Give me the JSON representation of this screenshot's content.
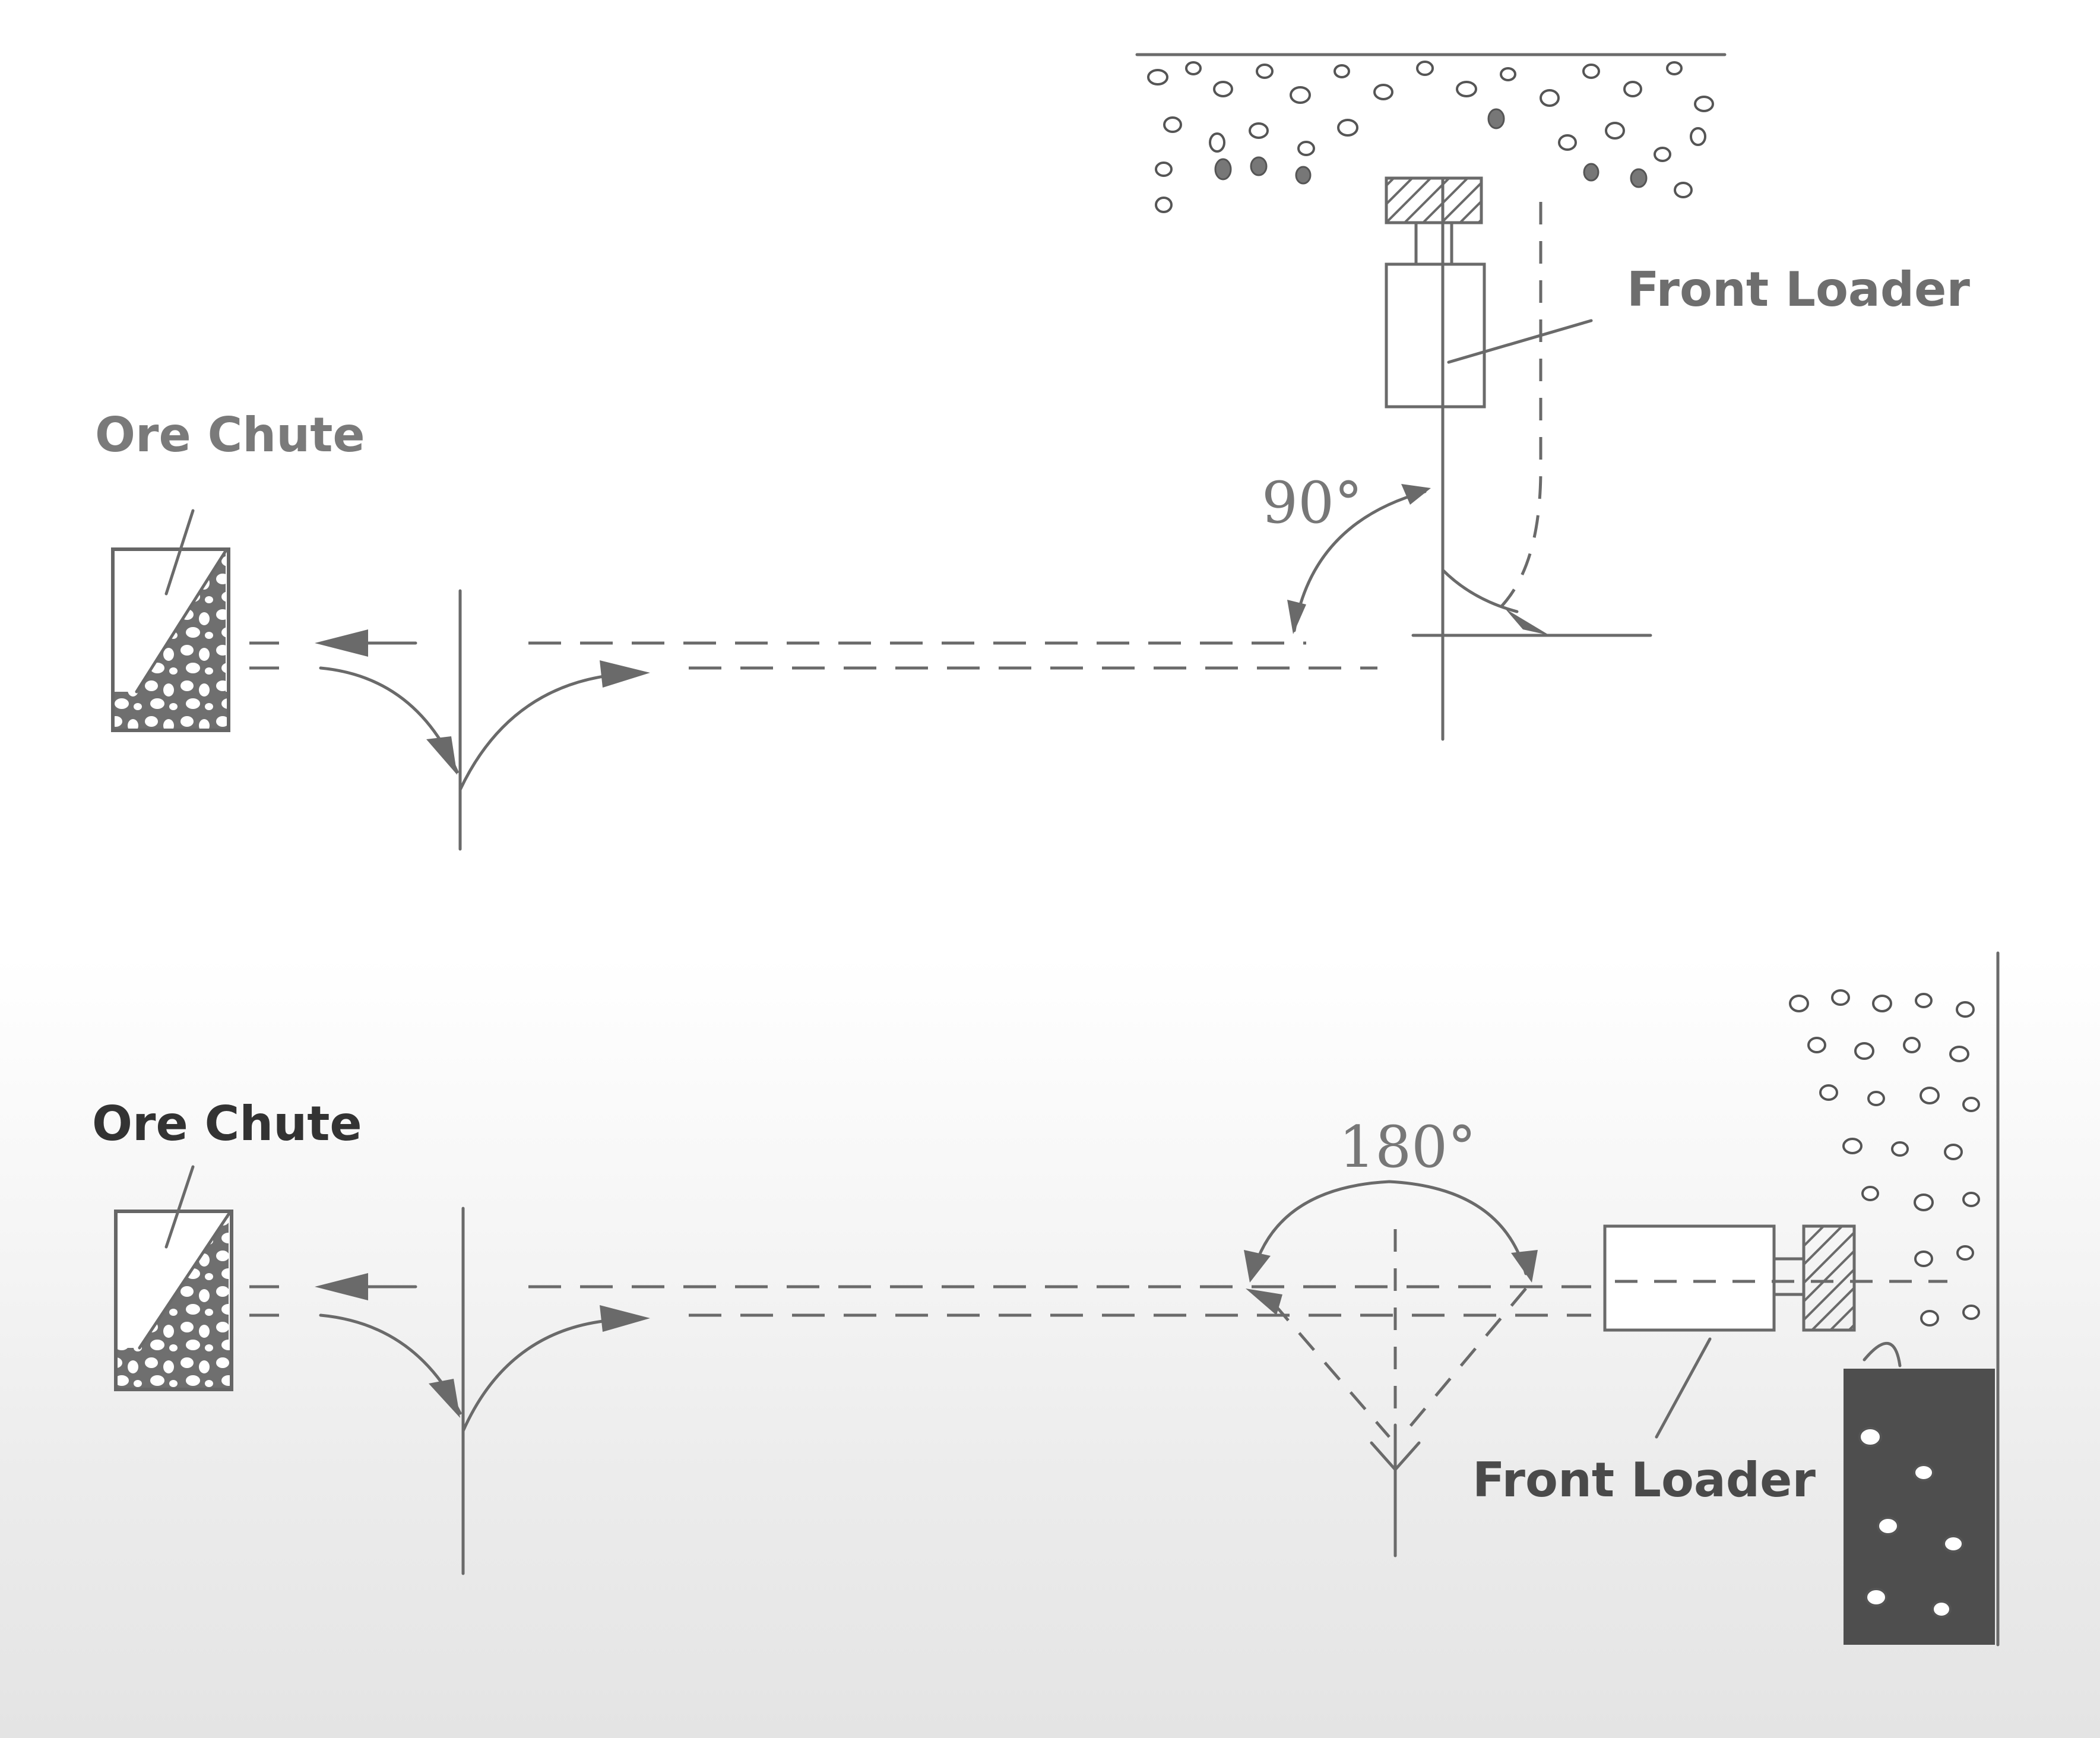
{
  "colors": {
    "line": "#6a6a6a",
    "label_light": "#7a7a7a",
    "label_dark": "#333333",
    "label_mid": "#4a4a4a"
  },
  "top_diagram": {
    "chute_label": "Ore Chute",
    "loader_label": "Front Loader",
    "angle_label": "90°"
  },
  "bottom_diagram": {
    "chute_label": "Ore Chute",
    "loader_label": "Front Loader",
    "angle_label": "180°"
  }
}
